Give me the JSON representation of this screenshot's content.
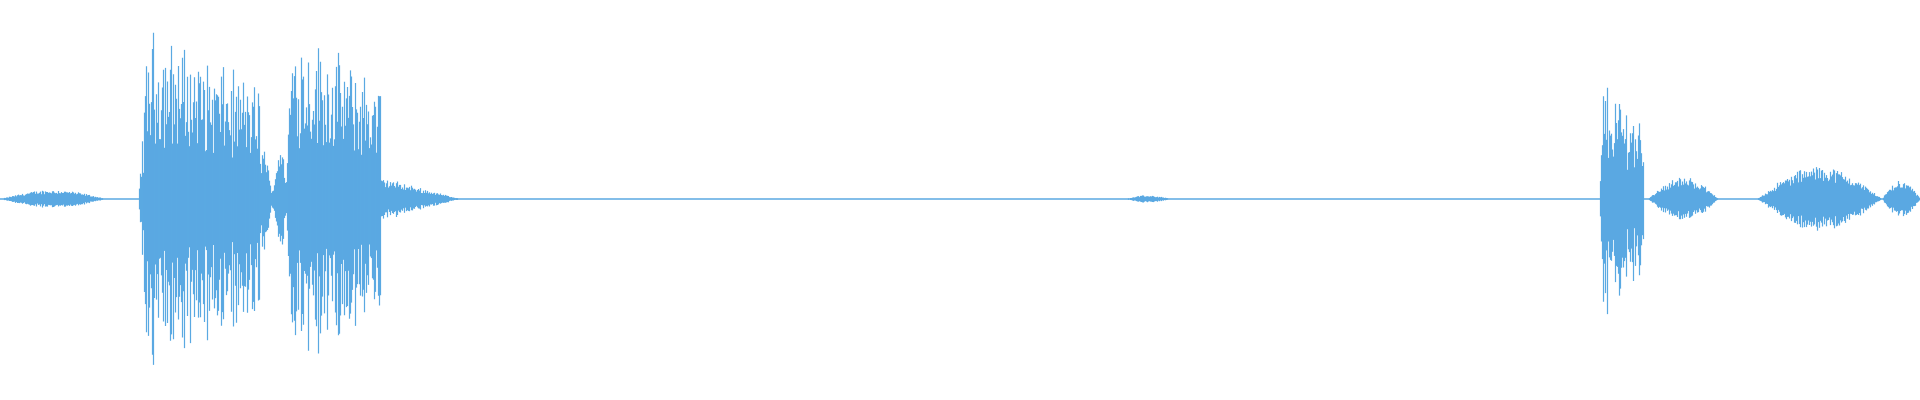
{
  "waveform": {
    "color": "#5aa9e2",
    "background": "#ffffff",
    "baseline_color": "#5aa9e2",
    "segments": [
      {
        "start": 0.0,
        "end": 0.055,
        "peak": 0.05,
        "kind": "noise"
      },
      {
        "start": 0.072,
        "end": 0.135,
        "peak": 0.95,
        "kind": "burst"
      },
      {
        "start": 0.135,
        "end": 0.148,
        "peak": 0.3,
        "kind": "dip"
      },
      {
        "start": 0.148,
        "end": 0.198,
        "peak": 0.97,
        "kind": "burst"
      },
      {
        "start": 0.198,
        "end": 0.24,
        "peak": 0.12,
        "kind": "tail"
      },
      {
        "start": 0.585,
        "end": 0.61,
        "peak": 0.02,
        "kind": "noise"
      },
      {
        "start": 0.833,
        "end": 0.856,
        "peak": 0.67,
        "kind": "burst"
      },
      {
        "start": 0.858,
        "end": 0.895,
        "peak": 0.12,
        "kind": "small"
      },
      {
        "start": 0.915,
        "end": 0.98,
        "peak": 0.18,
        "kind": "small"
      },
      {
        "start": 0.98,
        "end": 1.0,
        "peak": 0.1,
        "kind": "small"
      }
    ]
  }
}
